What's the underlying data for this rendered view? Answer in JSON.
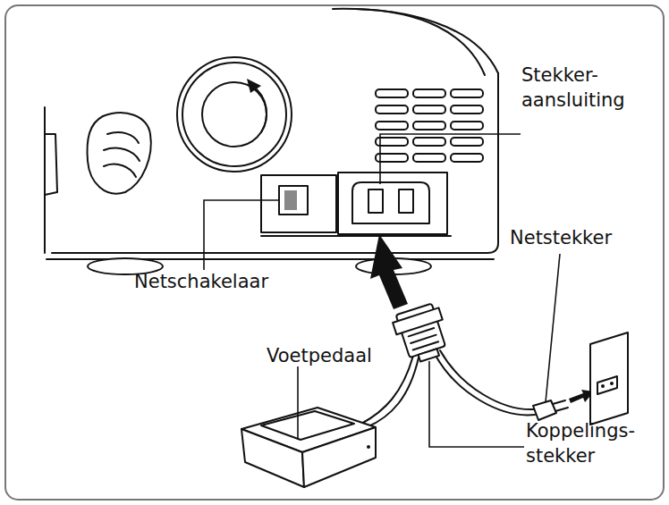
{
  "diagram": {
    "labels": [
      "Stekker- aansluiting",
      "Netstekker",
      "Netschakelaar",
      "Voetpedaal",
      "Koppelings- stekker"
    ]
  }
}
